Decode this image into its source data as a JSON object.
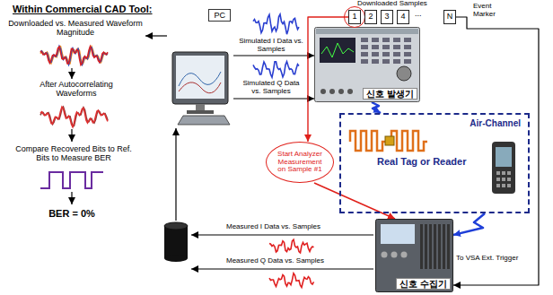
{
  "diagram": {
    "title": "Within Commercial CAD Tool:",
    "nodes": [
      {
        "text": [
          "PC"
        ]
      },
      {
        "text": [
          "신호 발생기"
        ]
      },
      {
        "text": [
          "1"
        ]
      },
      {
        "text": [
          "2"
        ]
      },
      {
        "text": [
          "3"
        ]
      },
      {
        "text": [
          "4"
        ]
      },
      {
        "text": [
          "N"
        ]
      },
      {
        "text": [
          "Start Analyzer Measurement on Sample #1"
        ]
      },
      {
        "text": [
          "Air-Channel",
          "Real Tag or Reader"
        ]
      },
      {
        "text": [
          "신호 수집기"
        ]
      }
    ],
    "edges": [
      {
        "from": 0,
        "to": 1,
        "label": "Simulated I Data vs. Samples",
        "arrow": "to"
      },
      {
        "from": 0,
        "to": 1,
        "label": "Simulated Q Data vs. Samples",
        "arrow": "to"
      },
      {
        "from": 2,
        "to": 7,
        "arrow": "to"
      },
      {
        "from": 7,
        "to": 9,
        "arrow": "to"
      },
      {
        "from": 1,
        "to": 8,
        "arrow": "to"
      },
      {
        "from": 8,
        "to": 9,
        "arrow": "to"
      },
      {
        "from": 6,
        "to": 9,
        "arrow": "to"
      }
    ],
    "labels": [
      "Downloaded vs. Measured Waveform Magnitude",
      "After Autocorrelating Waveforms",
      "Compare Recovered Bits to Ref. Bits to Measure BER",
      "BER = 0%",
      "Downloaded Samples",
      "...",
      "Event Marker",
      "To VSA Ext. Trigger",
      "Measured I Data vs. Samples",
      "Measured Q Data vs. Samples"
    ]
  }
}
